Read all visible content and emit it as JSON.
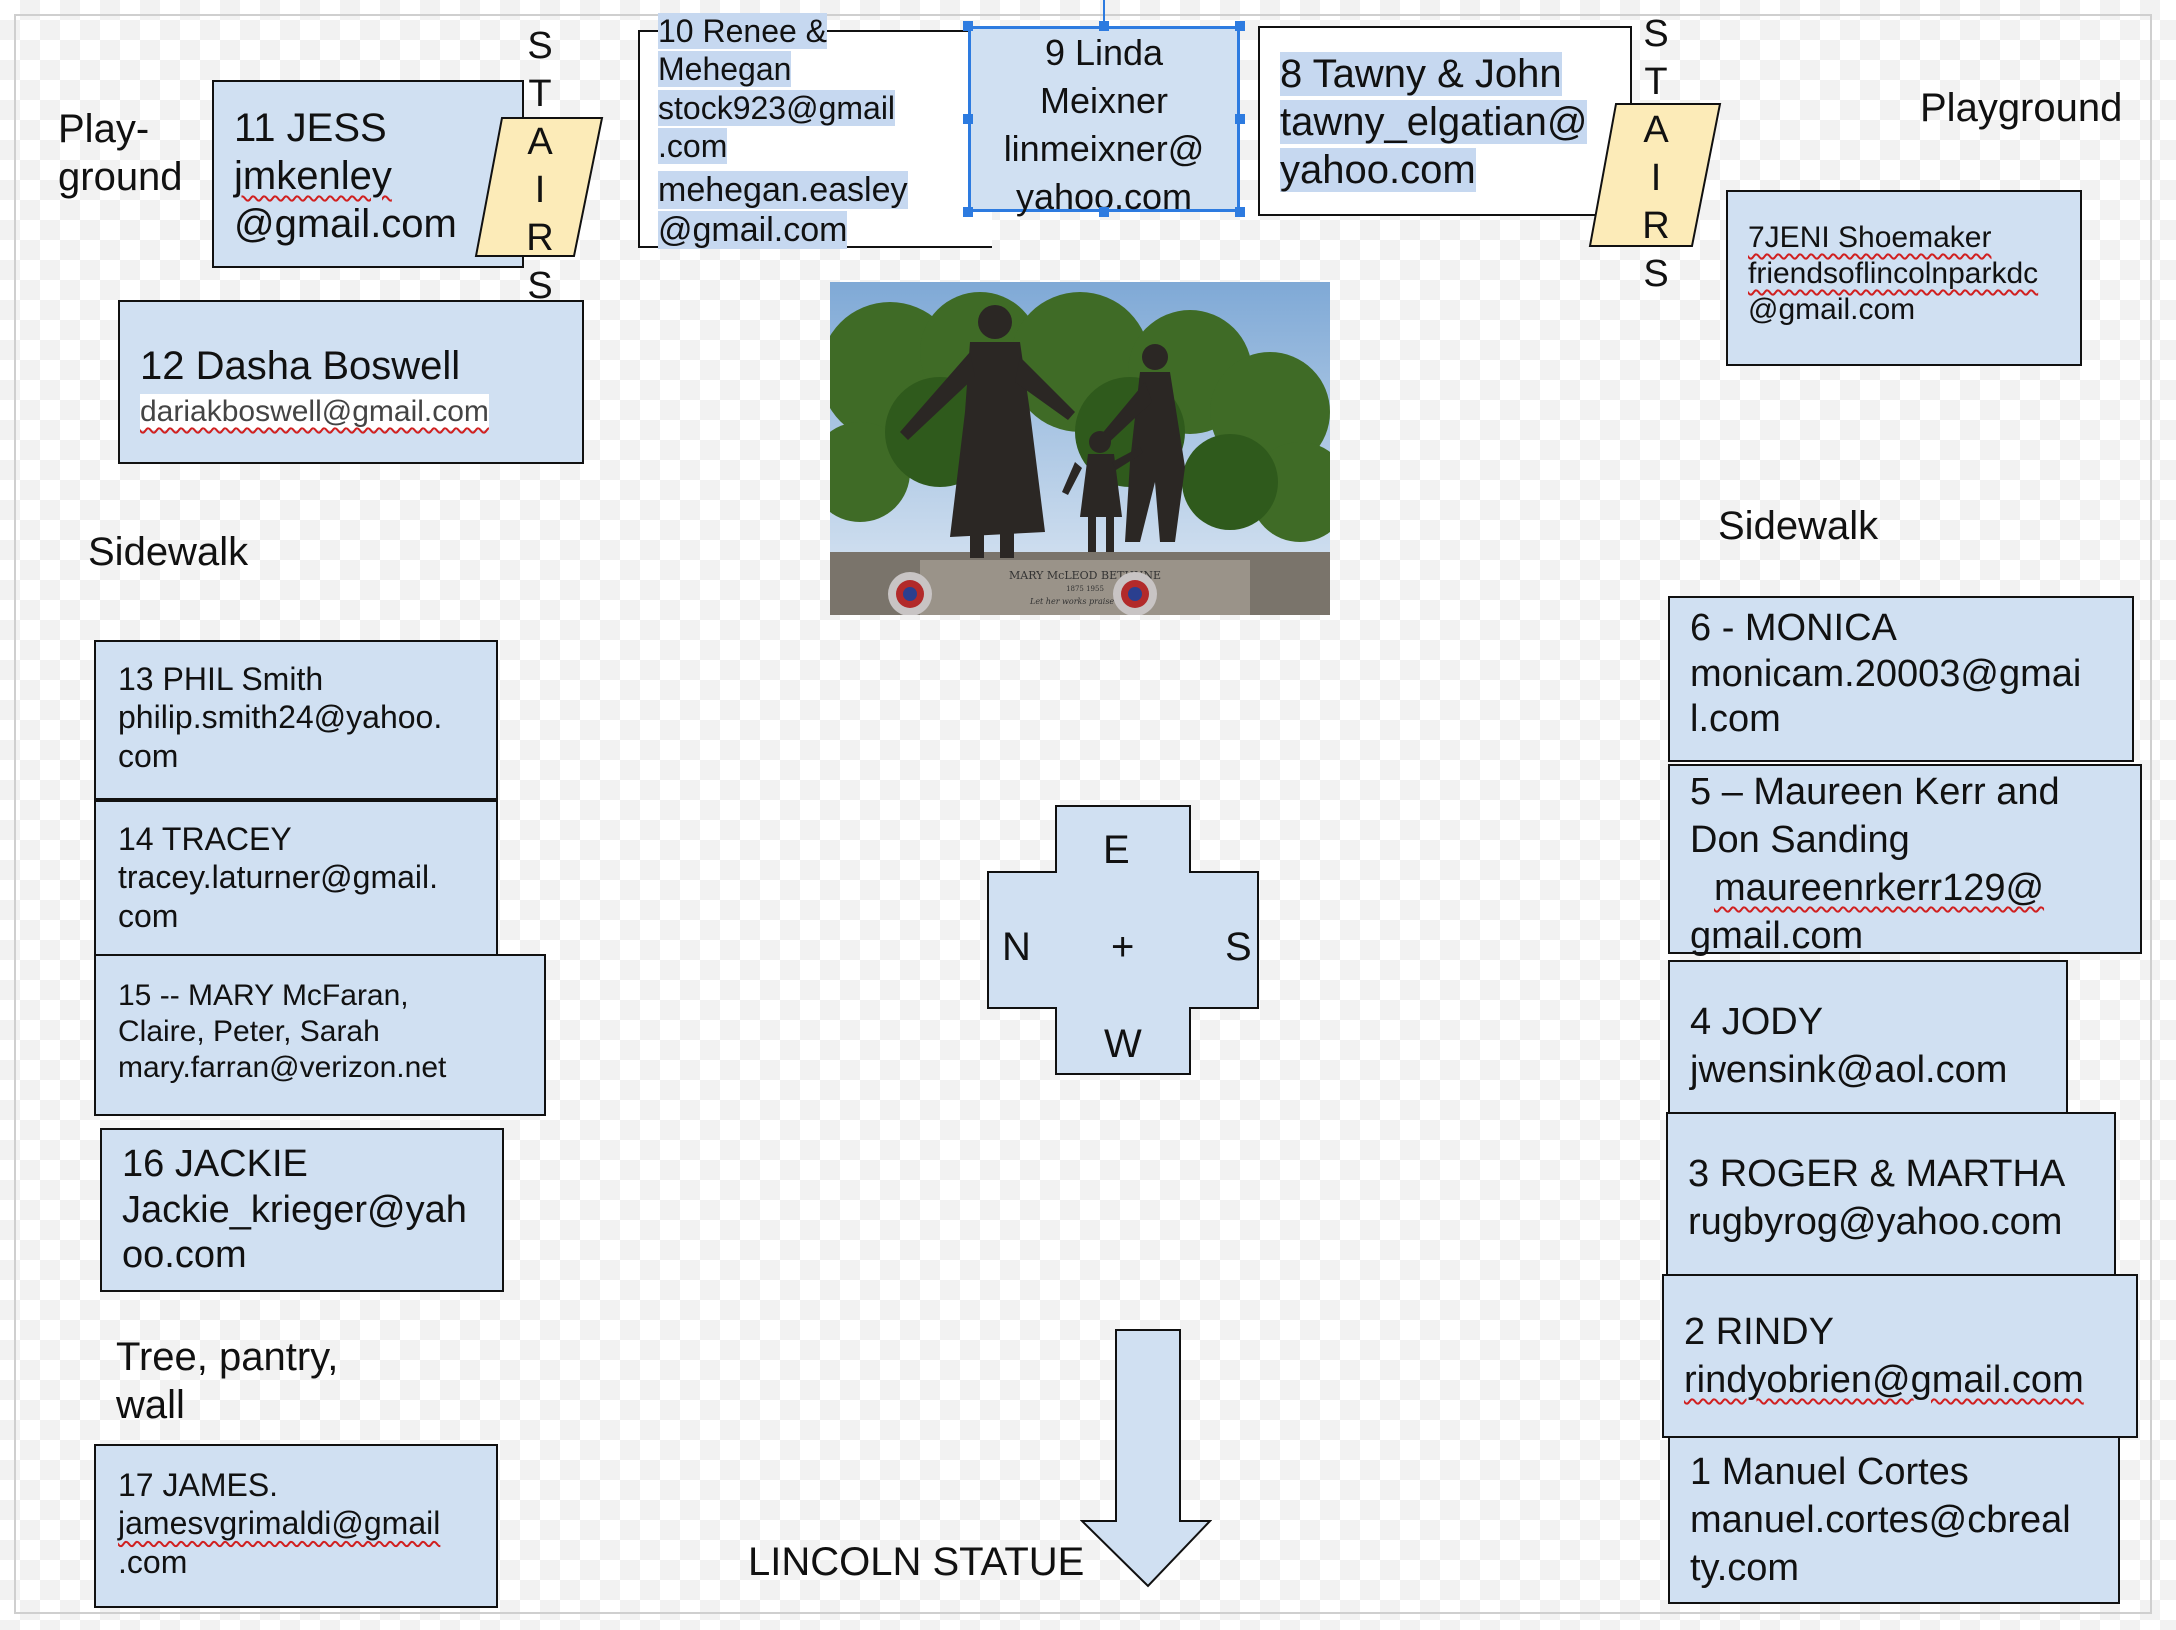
{
  "labels": {
    "playground_left_line1": "Play-",
    "playground_left_line2": "ground",
    "playground_right": "Playground",
    "sidewalk_left": "Sidewalk",
    "sidewalk_right": "Sidewalk",
    "tree_line1": "Tree, pantry,",
    "tree_line2": "wall",
    "lincoln_statue": "LINCOLN STATUE"
  },
  "stairs": [
    "S",
    "T",
    "A",
    "I",
    "R",
    "S"
  ],
  "photo": {
    "inscription_line1": "MARY McLEOD BETHUNE",
    "inscription_line2": "1875  1955",
    "inscription_line3": "Let her works praise"
  },
  "compass": {
    "north": "N",
    "south": "S",
    "east": "E",
    "west": "W",
    "center": "+"
  },
  "colors": {
    "box_fill": "#d0e0f2",
    "stairs_fill": "#fcebb8",
    "selection": "#2d7be0",
    "squiggle": "#d02020"
  },
  "plots": {
    "p1": {
      "lines": [
        "1 Manuel Cortes",
        "manuel.cortes@cbreal",
        "ty.com"
      ]
    },
    "p2": {
      "lines": [
        "2 RINDY",
        "rindyobrien@gmail.com"
      ]
    },
    "p3": {
      "lines": [
        "3 ROGER & MARTHA",
        "rugbyrog@yahoo.com"
      ]
    },
    "p4": {
      "lines": [
        "4 JODY",
        "jwensink@aol.com"
      ]
    },
    "p5": {
      "lines": [
        "5 – Maureen Kerr and",
        "Don Sanding",
        "maureenrkerr129@",
        "gmail.com"
      ]
    },
    "p6": {
      "lines": [
        "6 - MONICA",
        "monicam.20003@gmai",
        "l.com"
      ]
    },
    "p7": {
      "lines": [
        "7JENI Shoemaker",
        "friendsoflincolnparkdc",
        "@gmail.com"
      ]
    },
    "p8": {
      "lines": [
        "8 Tawny & John",
        "tawny_elgatian@",
        "yahoo.com"
      ]
    },
    "p9": {
      "lines": [
        "9 Linda",
        "Meixner",
        "linmeixner@",
        "yahoo.com"
      ]
    },
    "p10": {
      "lines": [
        "10  Renee &",
        "Mehegan",
        "stock923@gmail",
        ".com",
        "mehegan.easley",
        "@gmail.com"
      ]
    },
    "p11": {
      "lines": [
        "11 JESS",
        "jmkenley",
        "@gmail.com"
      ]
    },
    "p12": {
      "lines": [
        "12 Dasha Boswell",
        "dariakboswell@gmail.com"
      ]
    },
    "p13": {
      "lines": [
        "13 PHIL Smith",
        "philip.smith24@yahoo.",
        "com"
      ]
    },
    "p14": {
      "lines": [
        "14 TRACEY",
        "tracey.laturner@gmail.",
        "com"
      ]
    },
    "p15": {
      "lines": [
        "15 -- MARY McFaran,",
        "Claire, Peter, Sarah",
        "mary.farran@verizon.net"
      ]
    },
    "p16": {
      "lines": [
        "16 JACKIE",
        "Jackie_krieger@yah",
        "oo.com"
      ]
    },
    "p17": {
      "lines": [
        "17 JAMES.",
        "jamesvgrimaldi@gmail",
        ".com"
      ]
    }
  }
}
